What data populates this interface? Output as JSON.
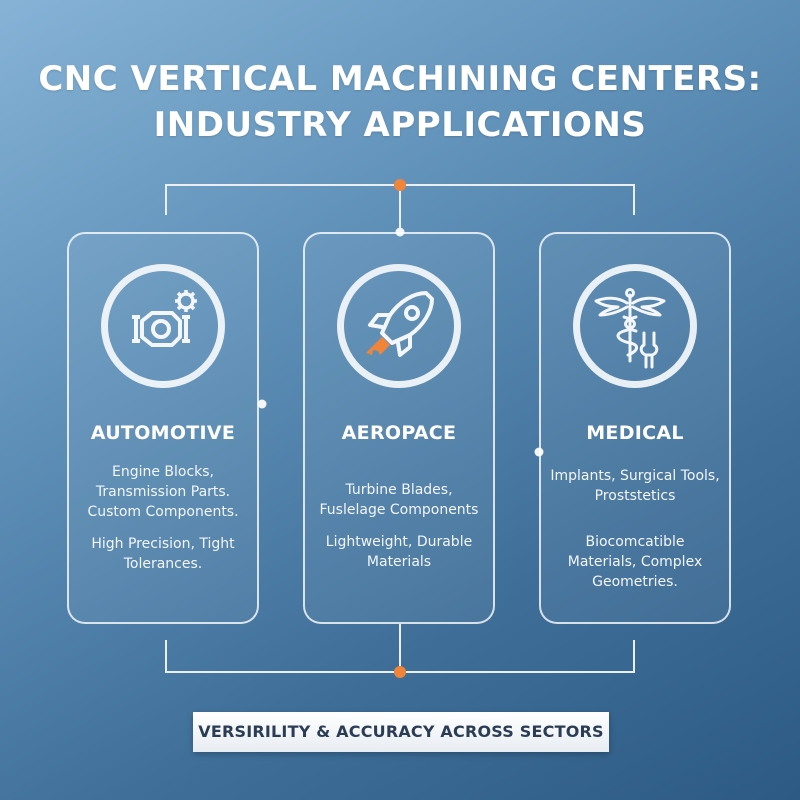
{
  "title": {
    "line1": "CNC VERTICAL MACHINING CENTERS:",
    "line2": "INDUSTRY APPLICATIONS"
  },
  "colors": {
    "accent": "#f0853a",
    "line": "#e9eff5"
  },
  "cards": [
    {
      "icon": "engine-gear-icon",
      "title": "AUTOMOTIVE",
      "text1": "Engine Blocks, Transmission Parts. Custom Components.",
      "text2": "High Precision, Tight Tolerances."
    },
    {
      "icon": "rocket-icon",
      "title": "AEROPACE",
      "text1": "Turbine Blades, Fuslelage Components",
      "text2": "Lightweight, Durable Materials"
    },
    {
      "icon": "caduceus-joint-icon",
      "title": "MEDICAL",
      "text1": "Implants, Surgical Tools, Proststetics",
      "text2": "Biocomcatible Materials, Complex Geometries."
    }
  ],
  "footer": {
    "label": "VERSIRILITY & ACCURACY ACROSS SECTORS"
  }
}
